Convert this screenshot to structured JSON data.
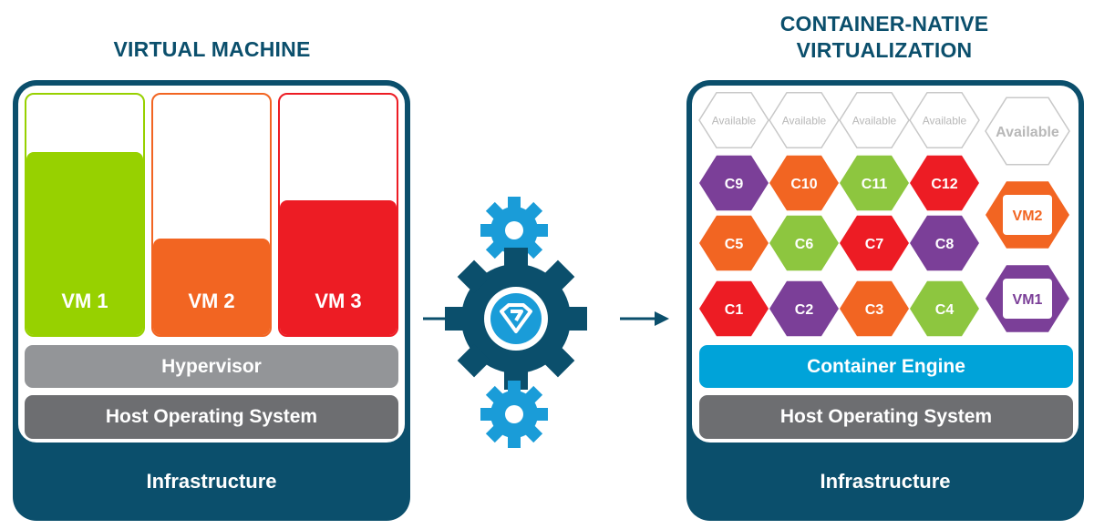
{
  "left": {
    "title": "VIRTUAL MACHINE",
    "vms": [
      {
        "label": "VM 1",
        "color": "#97d100",
        "fill": 0.76
      },
      {
        "label": "VM 2",
        "color": "#f26522",
        "fill": 0.4
      },
      {
        "label": "VM 3",
        "color": "#ed1c24",
        "fill": 0.56
      }
    ],
    "hypervisor": "Hypervisor",
    "host_os": "Host Operating System",
    "infrastructure": "Infrastructure"
  },
  "right": {
    "title_line1": "CONTAINER-NATIVE",
    "title_line2": "VIRTUALIZATION",
    "available_label": "Available",
    "containers": [
      {
        "label": "C9",
        "color": "#7b3f98"
      },
      {
        "label": "C10",
        "color": "#f26522"
      },
      {
        "label": "C11",
        "color": "#8dc63f"
      },
      {
        "label": "C12",
        "color": "#ed1c24"
      },
      {
        "label": "C5",
        "color": "#f26522"
      },
      {
        "label": "C6",
        "color": "#8dc63f"
      },
      {
        "label": "C7",
        "color": "#ed1c24"
      },
      {
        "label": "C8",
        "color": "#7b3f98"
      },
      {
        "label": "C1",
        "color": "#ed1c24"
      },
      {
        "label": "C2",
        "color": "#7b3f98"
      },
      {
        "label": "C3",
        "color": "#f26522"
      },
      {
        "label": "C4",
        "color": "#8dc63f"
      }
    ],
    "vm_hexes": [
      {
        "label": "VM2",
        "color": "#f26522"
      },
      {
        "label": "VM1",
        "color": "#7b3f98"
      }
    ],
    "container_engine": "Container Engine",
    "host_os": "Host Operating System",
    "infrastructure": "Infrastructure"
  },
  "colors": {
    "navy": "#0b4f6c",
    "gear_light": "#1a9cd8",
    "hypervisor_gray": "#939598",
    "host_gray": "#6d6e71",
    "engine_blue": "#00a3d9",
    "available_gray": "#c8c8c8"
  }
}
